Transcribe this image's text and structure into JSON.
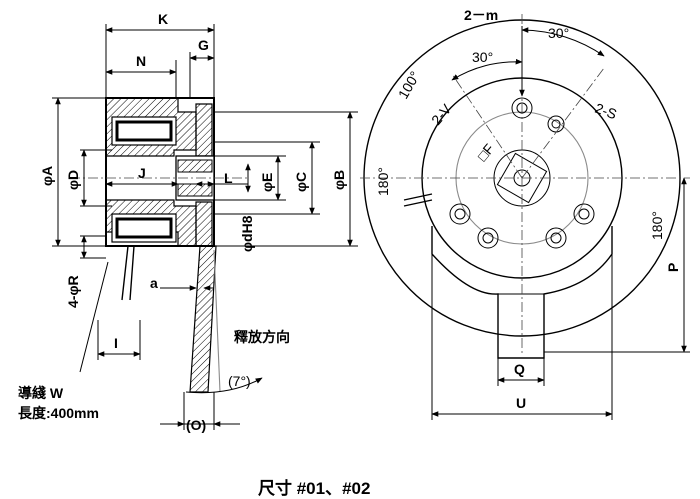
{
  "drawing": {
    "caption": "尺寸 #01、#02",
    "side_view": {
      "K": "K",
      "N": "N",
      "G": "G",
      "phiA": "φA",
      "phiD": "φD",
      "J": "J",
      "L": "L",
      "phiE": "φE",
      "phiC": "φC",
      "phiB": "φB",
      "phidH8": "φdH8",
      "fourPhiR": "4-φR",
      "a": "a",
      "I": "I",
      "release_direction": "釋放方向",
      "angle_7": "(7°)",
      "O": "(O)",
      "lead_wire": "導綫 W",
      "lead_length": "長度:400mm"
    },
    "front_view": {
      "twoM": "2－m",
      "angle_30_top": "30°",
      "angle_30_inner": "30°",
      "angle_100": "100°",
      "angle_180_left": "180°",
      "angle_180_right": "180°",
      "twoV": "2-V",
      "twoS": "2-S",
      "boxF": "□F",
      "P": "P",
      "Q": "Q",
      "U": "U"
    }
  }
}
